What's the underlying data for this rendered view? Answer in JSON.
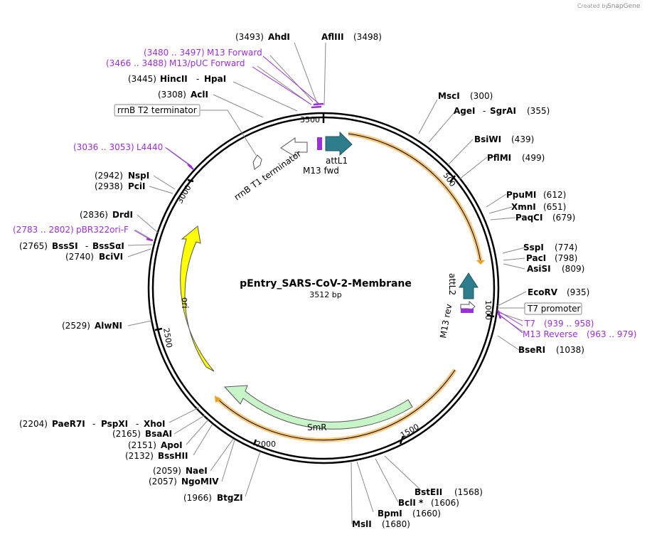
{
  "credit": {
    "prefix": "Created by",
    "brand": "SnapGene"
  },
  "plasmid": {
    "name": "pEntry_SARS-CoV-2-Membrane",
    "size": "3512 bp"
  },
  "ticks": [
    "500",
    "1000",
    "1500",
    "2000",
    "2500",
    "3000",
    "3500"
  ],
  "sites": [
    {
      "name": "AhdI",
      "pos": "(3493)"
    },
    {
      "name": "AflIII",
      "pos": "(3498)"
    },
    {
      "name": "HincII",
      "name2": "HpaI",
      "pos": "(3445)"
    },
    {
      "name": "AclI",
      "pos": "(3308)"
    },
    {
      "name": "NspI",
      "pos": "(2942)"
    },
    {
      "name": "PciI",
      "pos": "(2938)"
    },
    {
      "name": "DrdI",
      "pos": "(2836)"
    },
    {
      "name": "BssSI",
      "name2": "BssSαI",
      "pos": "(2765)"
    },
    {
      "name": "BciVI",
      "pos": "(2740)"
    },
    {
      "name": "AlwNI",
      "pos": "(2529)"
    },
    {
      "name": "PaeR7I",
      "name2": "PspXI",
      "name3": "XhoI",
      "pos": "(2204)"
    },
    {
      "name": "BsaAI",
      "pos": "(2165)"
    },
    {
      "name": "ApoI",
      "pos": "(2151)"
    },
    {
      "name": "BssHII",
      "pos": "(2132)"
    },
    {
      "name": "NaeI",
      "pos": "(2059)"
    },
    {
      "name": "NgoMIV",
      "pos": "(2057)"
    },
    {
      "name": "BtgZI",
      "pos": "(1966)"
    },
    {
      "name": "MslI",
      "pos": "(1680)"
    },
    {
      "name": "BpmI",
      "pos": "(1660)"
    },
    {
      "name": "BclI *",
      "pos": "(1606)"
    },
    {
      "name": "BstEII",
      "pos": "(1568)"
    },
    {
      "name": "BseRI",
      "pos": "(1038)"
    },
    {
      "name": "EcoRV",
      "pos": "(935)"
    },
    {
      "name": "SspI",
      "pos": "(774)"
    },
    {
      "name": "PacI",
      "pos": "(798)"
    },
    {
      "name": "AsiSI",
      "pos": "(809)"
    },
    {
      "name": "PpuMI",
      "pos": "(612)"
    },
    {
      "name": "XmnI",
      "pos": "(651)"
    },
    {
      "name": "PaqCI",
      "pos": "(679)"
    },
    {
      "name": "PflMI",
      "pos": "(499)"
    },
    {
      "name": "BsiWI",
      "pos": "(439)"
    },
    {
      "name": "AgeI",
      "name2": "SgrAI",
      "pos": "(355)"
    },
    {
      "name": "MscI",
      "pos": "(300)"
    }
  ],
  "primers": [
    {
      "range": "(3480 .. 3497)",
      "name": "M13 Forward"
    },
    {
      "range": "(3466 .. 3488)",
      "name": "M13/pUC Forward"
    },
    {
      "range": "(3036 .. 3053)",
      "name": "L4440"
    },
    {
      "range": "(2783 .. 2802)",
      "name": "pBR322ori-F"
    },
    {
      "range": "(939 .. 958)",
      "name": "T7"
    },
    {
      "range": "(963 .. 979)",
      "name": "M13 Reverse"
    }
  ],
  "features": {
    "rrnB_T2": "rrnB T2 terminator",
    "rrnB_T1": "rrnB T1 terminator",
    "attL1": "attL1",
    "M13_fwd": "M13 fwd",
    "attL2": "attL2",
    "M13_rev": "M13 rev",
    "T7_promoter": "T7 promoter",
    "ori": "ori",
    "SmR": "SmR"
  },
  "colors": {
    "primer": "#9b30d9",
    "attL": "#2e7d8c",
    "ori": "#ffff00",
    "SmR": "#c8f5c8",
    "orf": "#f0a020",
    "backbone": "#000000"
  }
}
